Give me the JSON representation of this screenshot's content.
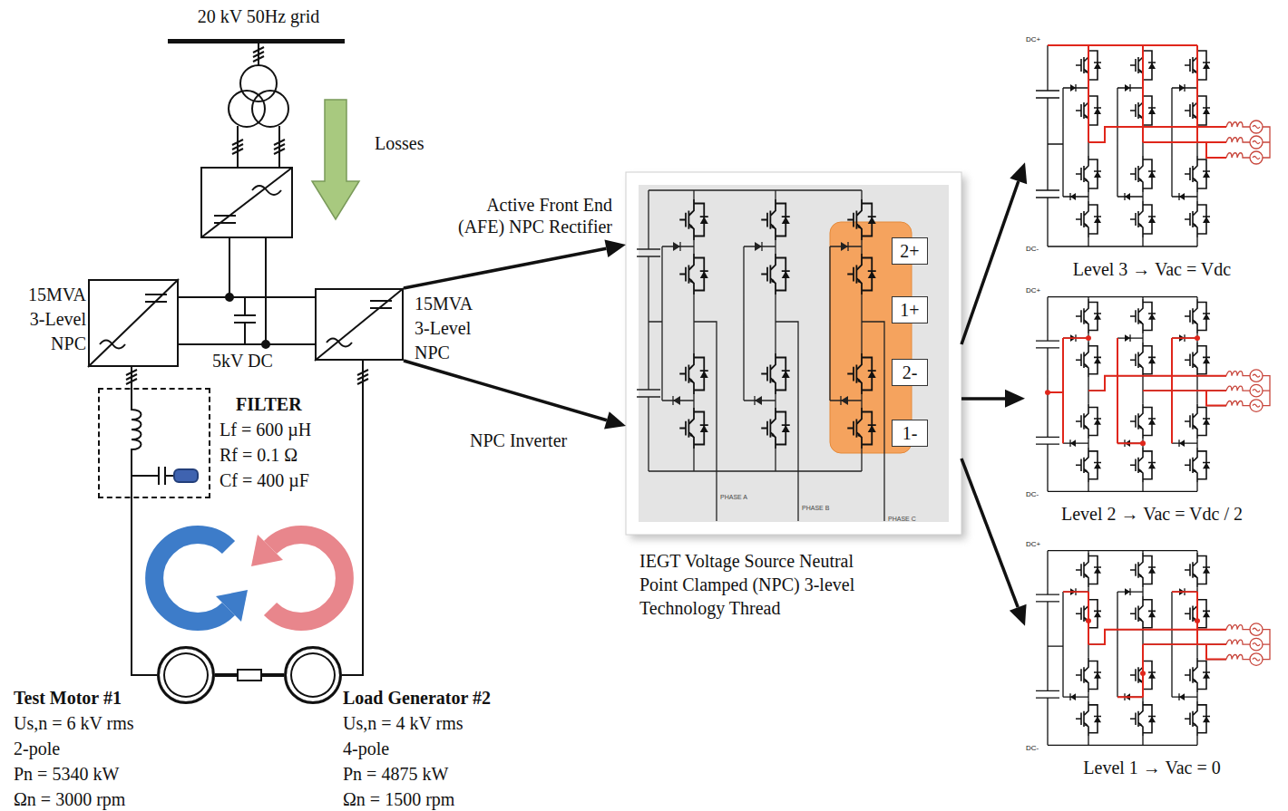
{
  "diagram": {
    "nodes": [
      {
        "text": [
          "15MVA 3-Level NPC"
        ]
      },
      {
        "text": [
          "15MVA 3-Level NPC"
        ]
      },
      {
        "text": [
          "FILTER",
          "Lf = 600 µH",
          "Rf = 0.1 Ω",
          "Cf = 400 µF"
        ]
      },
      {
        "text": [
          "Test Motor #1",
          "Us,n = 6 kV rms",
          "2-pole",
          "Pn = 5340 kW",
          "Ωn = 3000 rpm"
        ]
      },
      {
        "text": [
          "Load Generator #2",
          "Us,n = 4 kV rms",
          "4-pole",
          "Pn = 4875 kW",
          "Ωn = 1500 rpm"
        ]
      },
      {
        "text": [
          "IEGT Voltage Source Neutral Point Clamped (NPC) 3-level Technology Thread"
        ]
      },
      {
        "text": [
          "2+"
        ],
        "in": 5
      },
      {
        "text": [
          "1+"
        ],
        "in": 5
      },
      {
        "text": [
          "2-"
        ],
        "in": 5
      },
      {
        "text": [
          "1-"
        ],
        "in": 5
      },
      {
        "text": [
          "Level 3 → Vac = Vdc"
        ]
      },
      {
        "text": [
          "Level 2 → Vac = Vdc / 2"
        ]
      },
      {
        "text": [
          "Level 1 → Vac = 0"
        ]
      }
    ],
    "edges": [
      {
        "from": 0,
        "to": 1,
        "arrow": "none"
      },
      {
        "from": 0,
        "to": 2,
        "arrow": "none"
      },
      {
        "from": 2,
        "to": 3,
        "arrow": "none"
      },
      {
        "from": 1,
        "to": 4,
        "arrow": "none"
      },
      {
        "from": 1,
        "to": 5,
        "label": "Active Front End (AFE) NPC Rectifier",
        "arrow": "to"
      },
      {
        "from": 1,
        "to": 5,
        "label": "NPC Inverter",
        "arrow": "to"
      },
      {
        "from": 5,
        "to": 10,
        "arrow": "to"
      },
      {
        "from": 5,
        "to": 11,
        "arrow": "to"
      },
      {
        "from": 5,
        "to": 12,
        "arrow": "to"
      }
    ],
    "labels": [
      "20 kV 50Hz grid",
      "Losses",
      "5kV DC",
      "PHASE A",
      "PHASE B",
      "PHASE C",
      "DC+",
      "DC-",
      "DC+",
      "DC-",
      "DC+",
      "DC-"
    ]
  }
}
